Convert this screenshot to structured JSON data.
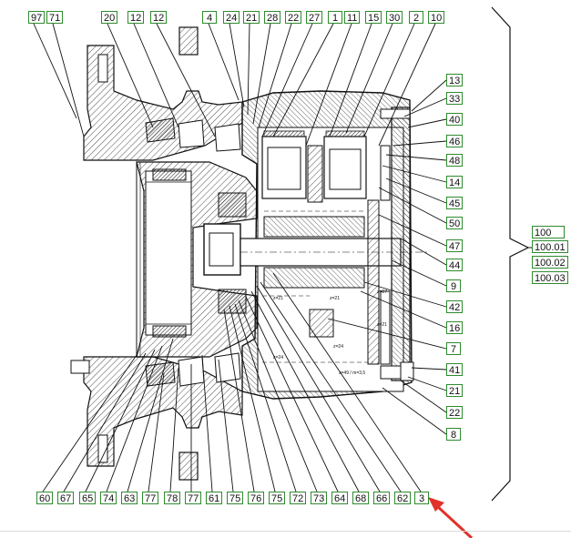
{
  "diagram": {
    "top_labels": [
      {
        "id": "97"
      },
      {
        "id": "71"
      },
      {
        "id": "20"
      },
      {
        "id": "12"
      },
      {
        "id": "12"
      },
      {
        "id": "4"
      },
      {
        "id": "24"
      },
      {
        "id": "21"
      },
      {
        "id": "28"
      },
      {
        "id": "22"
      },
      {
        "id": "27"
      },
      {
        "id": "1"
      },
      {
        "id": "11"
      },
      {
        "id": "15"
      },
      {
        "id": "30"
      },
      {
        "id": "2"
      },
      {
        "id": "10"
      }
    ],
    "right_labels": [
      {
        "id": "13"
      },
      {
        "id": "33"
      },
      {
        "id": "40"
      },
      {
        "id": "46"
      },
      {
        "id": "48"
      },
      {
        "id": "14"
      },
      {
        "id": "45"
      },
      {
        "id": "50"
      },
      {
        "id": "47"
      },
      {
        "id": "44"
      },
      {
        "id": "9"
      },
      {
        "id": "42"
      },
      {
        "id": "16"
      },
      {
        "id": "7"
      },
      {
        "id": "41"
      },
      {
        "id": "21"
      },
      {
        "id": "22"
      },
      {
        "id": "8"
      }
    ],
    "bottom_labels": [
      {
        "id": "60"
      },
      {
        "id": "67"
      },
      {
        "id": "65"
      },
      {
        "id": "74"
      },
      {
        "id": "63"
      },
      {
        "id": "77"
      },
      {
        "id": "78"
      },
      {
        "id": "77"
      },
      {
        "id": "61"
      },
      {
        "id": "75"
      },
      {
        "id": "76"
      },
      {
        "id": "75"
      },
      {
        "id": "72"
      },
      {
        "id": "73"
      },
      {
        "id": "64"
      },
      {
        "id": "68"
      },
      {
        "id": "66"
      },
      {
        "id": "62"
      },
      {
        "id": "3"
      }
    ],
    "assembly_labels": [
      {
        "id": "100"
      },
      {
        "id": "100.01"
      },
      {
        "id": "100.02"
      },
      {
        "id": "100.03"
      }
    ],
    "gear_annotations": [
      "z=21",
      "z=21",
      "z=27",
      "z=21",
      "z=24",
      "z=24",
      "z=49 / m=3,5"
    ],
    "colors": {
      "label_border": "#2e8b2e",
      "line": "#111111",
      "arrow": "#e0322a"
    }
  }
}
